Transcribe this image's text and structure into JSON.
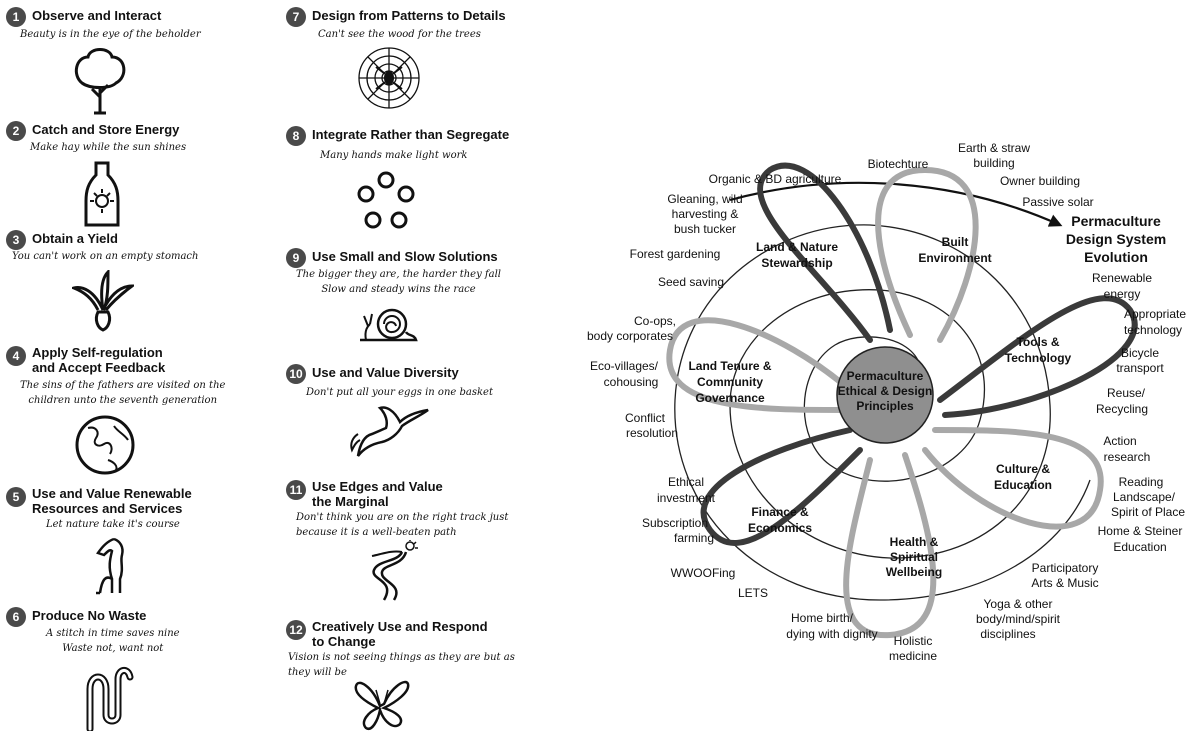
{
  "principles": [
    {
      "num": "1",
      "title": "Observe and Interact",
      "motto": [
        "Beauty is in the eye of the beholder"
      ],
      "icon": "tree-icon"
    },
    {
      "num": "2",
      "title": "Catch and Store Energy",
      "motto": [
        "Make hay while the sun shines"
      ],
      "icon": "bottle-sun-icon"
    },
    {
      "num": "3",
      "title": "Obtain a Yield",
      "motto": [
        "You can't work on an empty stomach"
      ],
      "icon": "vegetable-icon"
    },
    {
      "num": "4",
      "title": [
        "Apply Self-regulation",
        "and Accept Feedback"
      ],
      "motto": [
        "The sins of the fathers are visited on the",
        "children unto the seventh generation"
      ],
      "icon": "globe-icon"
    },
    {
      "num": "5",
      "title": [
        "Use and Value Renewable",
        "Resources and Services"
      ],
      "motto": [
        "Let nature take it's course"
      ],
      "icon": "horse-icon"
    },
    {
      "num": "6",
      "title": "Produce No Waste",
      "motto": [
        "A stitch in time saves nine",
        "Waste not, want not"
      ],
      "icon": "worm-icon"
    },
    {
      "num": "7",
      "title": "Design from Patterns to Details",
      "motto": [
        "Can't see the wood for the trees"
      ],
      "icon": "spiderweb-icon"
    },
    {
      "num": "8",
      "title": "Integrate Rather than Segregate",
      "motto": [
        "Many hands make light work"
      ],
      "icon": "circle-of-circles-icon"
    },
    {
      "num": "9",
      "title": "Use Small and Slow Solutions",
      "motto": [
        "The bigger they are, the harder they fall",
        "Slow and steady wins the race"
      ],
      "icon": "snail-icon"
    },
    {
      "num": "10",
      "title": "Use and Value Diversity",
      "motto": [
        "Don't put all your eggs in one basket"
      ],
      "icon": "hummingbird-icon"
    },
    {
      "num": "11",
      "title": [
        "Use Edges and Value",
        "the Marginal"
      ],
      "motto": [
        "Don't think you are on the right track just",
        "because it is a well-beaten path"
      ],
      "icon": "river-path-icon"
    },
    {
      "num": "12",
      "title": [
        "Creatively Use and Respond",
        "to Change"
      ],
      "motto": [
        "Vision is not seeing things as they are but as",
        "they will be"
      ],
      "icon": "butterfly-icon"
    }
  ],
  "wheel": {
    "center": [
      "Permaculture",
      "Ethical & Design",
      "Principles"
    ],
    "title": [
      "Permaculture",
      "Design System",
      "Evolution"
    ],
    "domains": {
      "land_nature": [
        "Land & Nature",
        "Stewardship"
      ],
      "built": [
        "Built",
        "Environment"
      ],
      "tools": [
        "Tools &",
        "Technology"
      ],
      "culture": [
        "Culture &",
        "Education"
      ],
      "health": [
        "Health &",
        "Spiritual",
        "Wellbeing"
      ],
      "finance": [
        "Finance &",
        "Economics"
      ],
      "land_tenure": [
        "Land Tenure &",
        "Community",
        "Governance"
      ]
    },
    "outer_labels": {
      "biotechture": [
        "Biotechture"
      ],
      "earth_straw": [
        "Earth & straw",
        "building"
      ],
      "owner_building": [
        "Owner building"
      ],
      "passive_solar": [
        "Passive solar"
      ],
      "organic": [
        "Organic & BD agriculture"
      ],
      "gleaning": [
        "Gleaning, wild",
        "harvesting &",
        "bush tucker"
      ],
      "forest": [
        "Forest gardening"
      ],
      "seed": [
        "Seed saving"
      ],
      "coops": [
        "Co-ops,",
        "body corporates"
      ],
      "ecovillages": [
        "Eco-villages/",
        "cohousing"
      ],
      "conflict": [
        "Conflict",
        "resolution"
      ],
      "ethical": [
        "Ethical",
        "investment"
      ],
      "subscription": [
        "Subscription",
        "farming"
      ],
      "wwoof": [
        "WWOOFing"
      ],
      "lets": [
        "LETS"
      ],
      "homebirth": [
        "Home birth/",
        "dying with dignity"
      ],
      "holistic": [
        "Holistic",
        "medicine"
      ],
      "yoga": [
        "Yoga & other",
        "body/mind/spirit",
        "disciplines"
      ],
      "participatory": [
        "Participatory",
        "Arts & Music"
      ],
      "steiner": [
        "Home & Steiner",
        "Education"
      ],
      "reading": [
        "Reading",
        "Landscape/",
        "Spirit of Place"
      ],
      "action": [
        "Action",
        "research"
      ],
      "reuse": [
        "Reuse/",
        "Recycling"
      ],
      "bicycle": [
        "Bicycle",
        "transport"
      ],
      "appropriate": [
        "Appropriate",
        "technology"
      ],
      "renewable": [
        "Renewable",
        "energy"
      ]
    }
  },
  "colors": {
    "dark_petal": "#3a3a3a",
    "light_petal": "#a8a8a8",
    "center": "#8f8f8f",
    "line": "#222222"
  }
}
